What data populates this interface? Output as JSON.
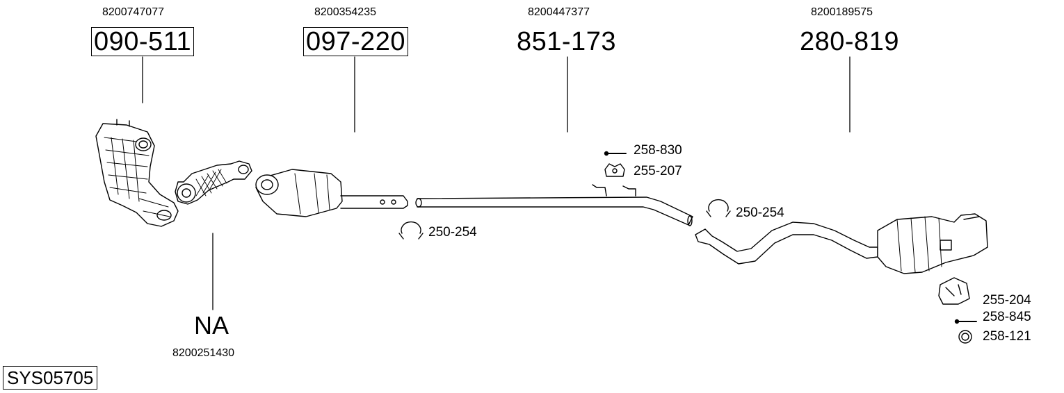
{
  "system_id": "SYS05705",
  "groups": [
    {
      "oem": "8200747077",
      "part": "090-511",
      "boxed": true
    },
    {
      "oem": "8200354235",
      "part": "097-220",
      "boxed": true
    },
    {
      "oem": "8200447377",
      "part": "851-173",
      "boxed": false
    },
    {
      "oem": "8200189575",
      "part": "280-819",
      "boxed": false
    }
  ],
  "na_group": {
    "label": "NA",
    "oem": "8200251430"
  },
  "accessories": [
    {
      "part": "258-830",
      "icon": "bolt-icon"
    },
    {
      "part": "255-207",
      "icon": "rubber-mount-icon"
    },
    {
      "part": "250-254",
      "icon": "clamp-icon"
    },
    {
      "part": "250-254",
      "icon": "clamp-icon"
    },
    {
      "part": "255-204",
      "icon": "rubber-mount-icon"
    },
    {
      "part": "258-845",
      "icon": "bolt-icon"
    },
    {
      "part": "258-121",
      "icon": "gasket-ring-icon"
    }
  ]
}
